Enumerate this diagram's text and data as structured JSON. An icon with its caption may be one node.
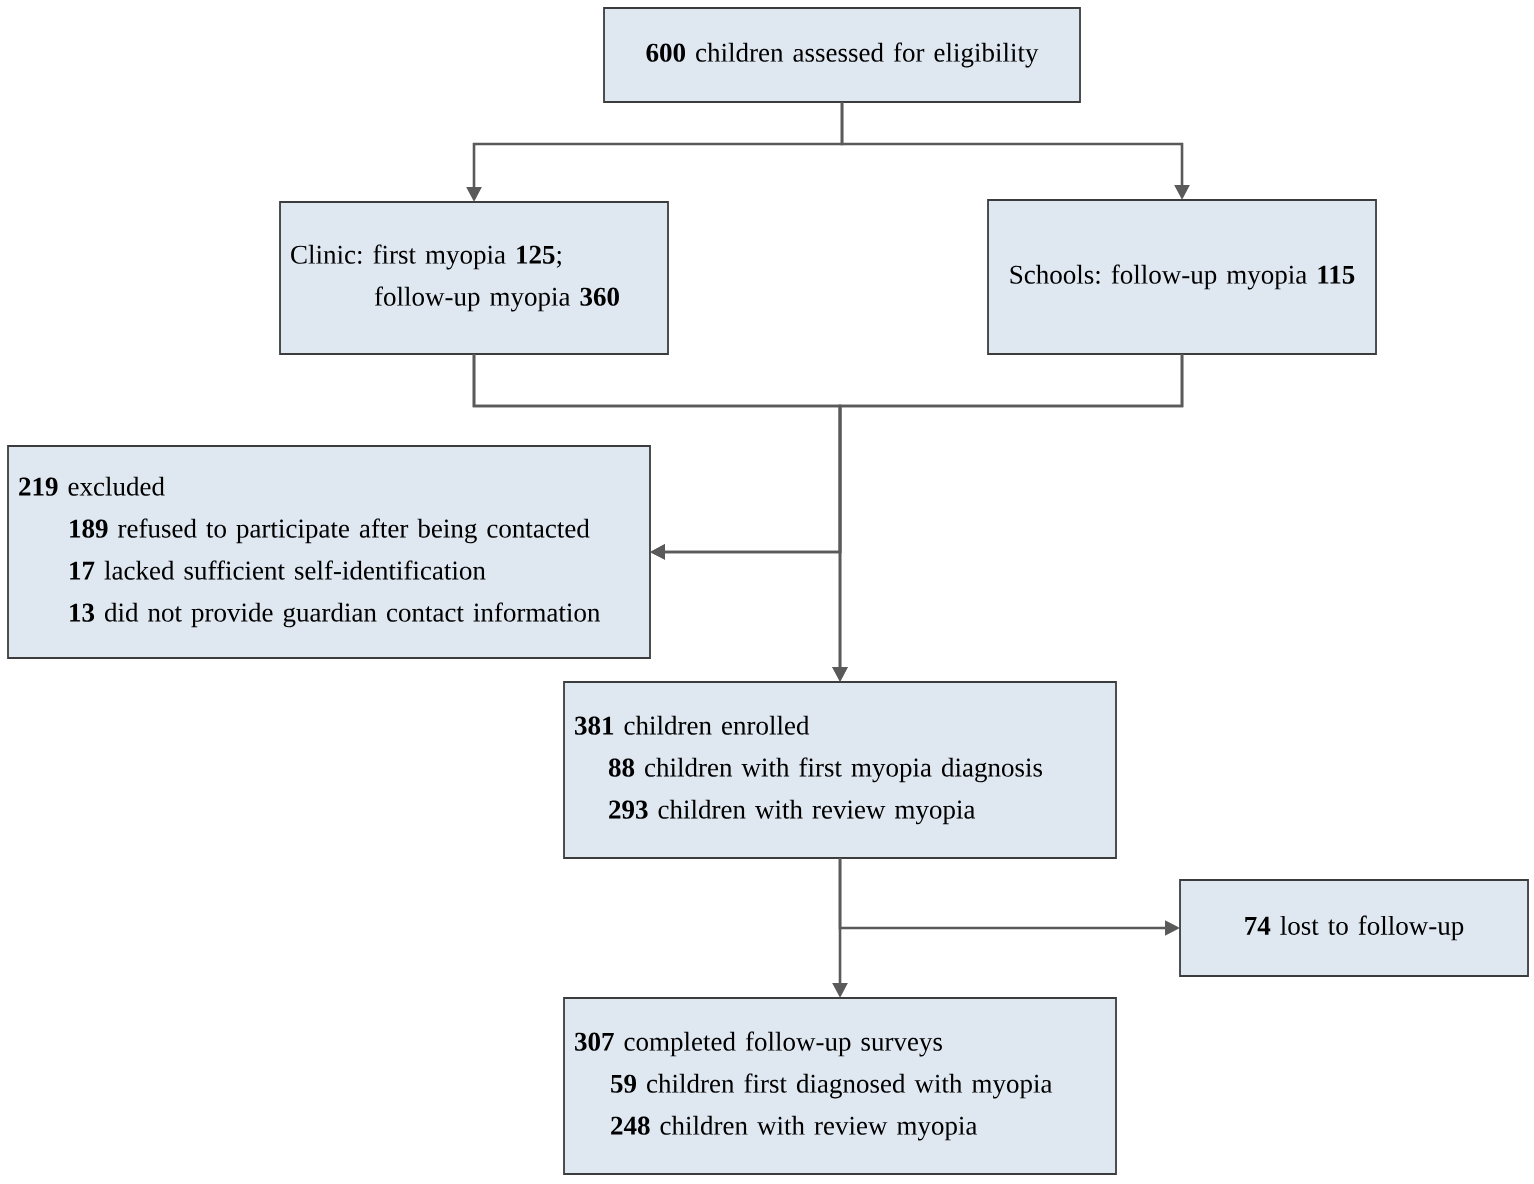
{
  "diagram": {
    "nodes": [
      {
        "text": [
          "**600** children assessed for eligibility"
        ]
      },
      {
        "text": [
          "Clinic: first myopia **125**; follow-up myopia **360**"
        ]
      },
      {
        "text": [
          "Schools: follow-up myopia **115**"
        ]
      },
      {
        "text": [
          "**219** excluded",
          "**189** refused to participate after being contacted",
          "**17** lacked sufficient self-identification",
          "**13** did not provide guardian contact information"
        ]
      },
      {
        "text": [
          "**381** children enrolled",
          "**88** children with first myopia diagnosis",
          "**293** children with review myopia"
        ]
      },
      {
        "text": [
          "**74** lost to follow-up"
        ]
      },
      {
        "text": [
          "**307** completed follow-up surveys",
          "**59** children first diagnosed with myopia",
          "**248** children with review myopia"
        ]
      }
    ],
    "edges": [
      {
        "from": 0,
        "to": 1,
        "arrow": "to"
      },
      {
        "from": 0,
        "to": 2,
        "arrow": "to"
      },
      {
        "from": 1,
        "to": 3,
        "arrow": "to"
      },
      {
        "from": 2,
        "to": 3,
        "arrow": "to"
      },
      {
        "from": 1,
        "to": 4,
        "arrow": "to"
      },
      {
        "from": 2,
        "to": 4,
        "arrow": "to"
      },
      {
        "from": 4,
        "to": 5,
        "arrow": "to"
      },
      {
        "from": 4,
        "to": 6,
        "arrow": "to"
      }
    ]
  }
}
